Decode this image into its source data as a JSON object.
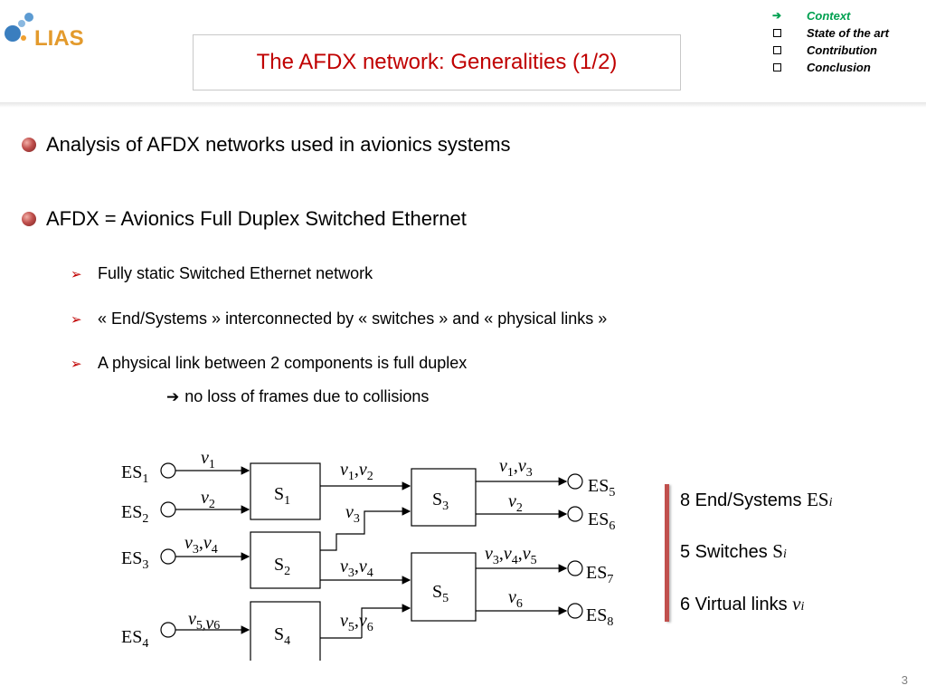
{
  "logo": {
    "text": "LIAS"
  },
  "title": "The AFDX network: Generalities (1/2)",
  "nav": [
    {
      "label": "Context",
      "marker": "➔",
      "active": true
    },
    {
      "label": "State of the art",
      "marker": "box",
      "active": false
    },
    {
      "label": "Contribution",
      "marker": "box",
      "active": false
    },
    {
      "label": "Conclusion",
      "marker": "box",
      "active": false
    }
  ],
  "bullets": [
    "Analysis of AFDX networks used in avionics systems",
    "AFDX = Avionics Full Duplex Switched Ethernet"
  ],
  "sub_bullets": [
    "Fully static Switched Ethernet network",
    "« End/Systems » interconnected by « switches » and « physical links »",
    "A physical link between 2 components is full duplex"
  ],
  "consequence": "no loss of frames due to collisions",
  "diagram": {
    "end_systems": [
      "ES1",
      "ES2",
      "ES3",
      "ES4",
      "ES5",
      "ES6",
      "ES7",
      "ES8"
    ],
    "switches": [
      "S1",
      "S2",
      "S3",
      "S4",
      "S5"
    ],
    "flow_labels": [
      "v1",
      "v2",
      "v3,v4",
      "v5,v6",
      "v1,v2",
      "v3",
      "v3,v4",
      "v5,v6",
      "v1,v3",
      "v2",
      "v3,v4,v5",
      "v6"
    ]
  },
  "summary": [
    {
      "text": "8 End/Systems",
      "symbol": "ES",
      "sub": "i"
    },
    {
      "text": "5 Switches",
      "symbol": "S",
      "sub": "i"
    },
    {
      "text": "6 Virtual links",
      "symbol": "v",
      "sub": "i"
    }
  ],
  "page_number": "3",
  "colors": {
    "title": "#c00000",
    "nav_active": "#00a050",
    "accent": "#c0504d",
    "logo": "#e39a2c"
  }
}
